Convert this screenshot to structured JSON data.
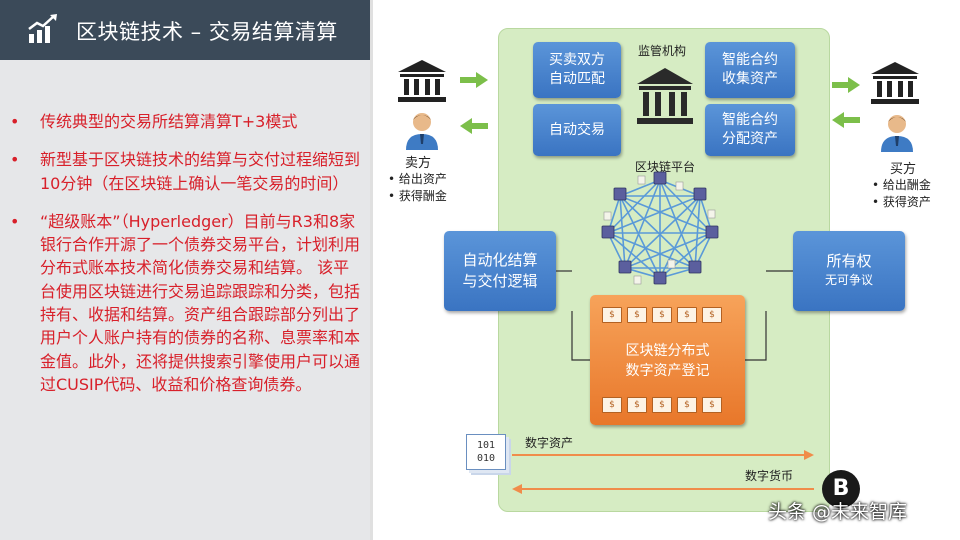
{
  "header": {
    "title": "区块链技术 – 交易结算清算",
    "icon": "chart-trend-icon"
  },
  "bullets": [
    "传统典型的交易所结算清算T+3模式",
    "新型基于区块链技术的结算与交付过程缩短到10分钟（在区块链上确认一笔交易的时间）",
    "“超级账本”（Hyperledger）目前与R3和8家银行合作开源了一个债券交易平台，计划利用分布式账本技术简化债券交易和结算。 该平台使用区块链进行交易追踪跟踪和分类，包括持有、收据和结算。资产组合跟踪部分列出了用户个人账户持有的债券的名称、息票率和本金值。此外，还将提供搜索引擎使用户可以通过CUSIP代码、收益和价格查询债券。"
  ],
  "bullet_marker": "•",
  "diagram": {
    "regulator_label": "监管机构",
    "box_match": [
      "买卖双方",
      "自动匹配"
    ],
    "box_auto_trade": "自动交易",
    "box_collect": [
      "智能合约",
      "收集资产"
    ],
    "box_distribute": [
      "智能合约",
      "分配资产"
    ],
    "platform_label": "区块链平台",
    "box_settlement": [
      "自动化结算",
      "与交付逻辑"
    ],
    "box_ownership": [
      "所有权",
      "无可争议"
    ],
    "ledger": [
      "区块链分布式",
      "数字资产登记"
    ],
    "ledger_doc_mark": "$",
    "seller": {
      "title": "卖方",
      "items": [
        "给出资产",
        "获得酬金"
      ]
    },
    "buyer": {
      "title": "买方",
      "items": [
        "给出酬金",
        "获得资产"
      ]
    },
    "binary": [
      "101",
      "010"
    ],
    "digital_asset_label": "数字资产",
    "digital_currency_label": "数字货币",
    "bitcoin_symbol": "B",
    "colors": {
      "green_panel": "#d6ecc3",
      "blue_box": "#3a74c2",
      "orange_box": "#e8772a",
      "arrow_green": "#7cbf4a",
      "arrow_orange": "#f08c4a",
      "text_red": "#d8202a"
    }
  },
  "watermark": "头条 @未来智库"
}
